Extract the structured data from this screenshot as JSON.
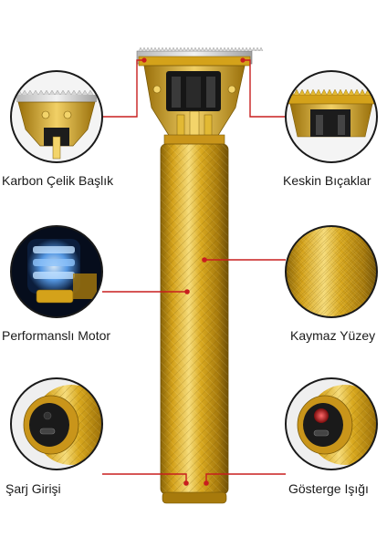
{
  "labels": {
    "carbon_steel_head": "Karbon Çelik Başlık",
    "sharp_blades": "Keskin Bıçaklar",
    "performance_motor": "Performanslı Motor",
    "non_slip_surface": "Kaymaz Yüzey",
    "charging_port": "Şarj Girişi",
    "indicator_light": "Gösterge Işığı"
  },
  "colors": {
    "gold": "#d4a21a",
    "gold_dark": "#8a6508",
    "gold_light": "#f3d46a",
    "callout_red": "#c81e1e",
    "circle_border": "#1a1a1a",
    "motor_blue": "#3b7fd9"
  }
}
